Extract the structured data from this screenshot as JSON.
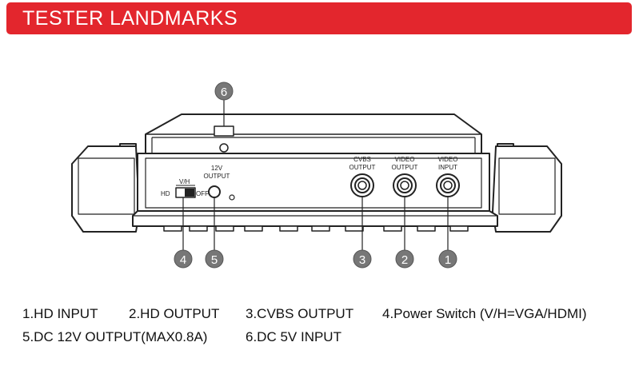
{
  "header": {
    "title": "TESTER LANDMARKS",
    "color": "#e3262d"
  },
  "panel_labels": {
    "cvbs_output": [
      "CVBS",
      "OUTPUT"
    ],
    "video_output": [
      "VIDEO",
      "OUTPUT"
    ],
    "video_input": [
      "VIDEO",
      "INPUT"
    ],
    "dc_output": [
      "12V",
      "OUTPUT"
    ],
    "switch_label": "V/H",
    "switch_hd": "HD",
    "switch_off": "OFF"
  },
  "callouts": [
    "6",
    "4",
    "5",
    "3",
    "2",
    "1"
  ],
  "legend": {
    "row1": [
      "1.HD INPUT",
      "2.HD OUTPUT",
      "3.CVBS OUTPUT",
      "4.Power Switch (V/H=VGA/HDMI)"
    ],
    "row2": [
      "5.DC 12V OUTPUT(MAX0.8A)",
      "6.DC 5V INPUT"
    ]
  },
  "colors": {
    "line": "#222222",
    "callout_fill": "#777777",
    "banner": "#e3262d"
  }
}
